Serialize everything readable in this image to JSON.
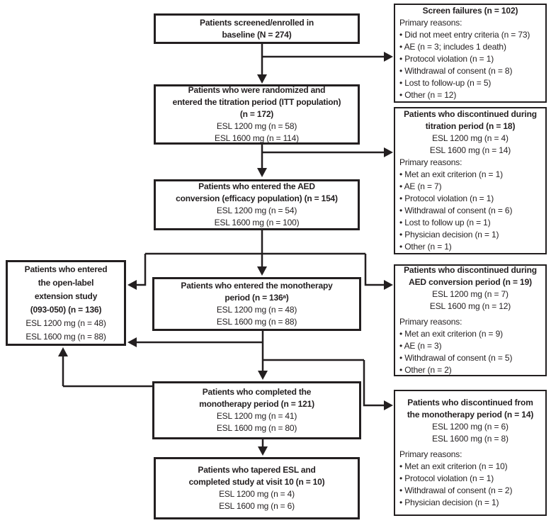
{
  "colors": {
    "line": "#231f20",
    "text": "#231f20",
    "background": "#ffffff"
  },
  "boxes": {
    "screened": {
      "lines": [
        {
          "text": "Patients screened/enrolled in",
          "cls": "b"
        },
        {
          "text": "baseline (N = 274)",
          "cls": "b"
        }
      ]
    },
    "randomized": {
      "lines": [
        {
          "text": "Patients who were randomized and",
          "cls": "b"
        },
        {
          "text": "entered the titration period (ITT population)",
          "cls": "b"
        },
        {
          "text": "(n = 172)",
          "cls": "b"
        },
        {
          "text": "ESL 1200 mg (n = 58)",
          "cls": ""
        },
        {
          "text": "ESL 1600 mg (n = 114)",
          "cls": ""
        }
      ]
    },
    "aed_conversion": {
      "lines": [
        {
          "text": "Patients who entered the AED",
          "cls": "b"
        },
        {
          "text": "conversion (efficacy population) (n = 154)",
          "cls": "b"
        },
        {
          "text": "ESL 1200 mg (n = 54)",
          "cls": ""
        },
        {
          "text": "ESL 1600 mg (n = 100)",
          "cls": ""
        }
      ]
    },
    "monotherapy_entered": {
      "lines": [
        {
          "text": "Patients who entered the monotherapy",
          "cls": "b"
        },
        {
          "text": "period (n = 136ᵃ)",
          "cls": "b"
        },
        {
          "text": "ESL 1200 mg (n = 48)",
          "cls": ""
        },
        {
          "text": "ESL 1600 mg (n = 88)",
          "cls": ""
        }
      ]
    },
    "monotherapy_completed": {
      "lines": [
        {
          "text": "Patients who completed the",
          "cls": "b"
        },
        {
          "text": "monotherapy period (n = 121)",
          "cls": "b"
        },
        {
          "text": "ESL 1200 mg (n = 41)",
          "cls": ""
        },
        {
          "text": "ESL 1600 mg (n = 80)",
          "cls": ""
        }
      ]
    },
    "tapered": {
      "lines": [
        {
          "text": "Patients who tapered ESL and",
          "cls": "b"
        },
        {
          "text": "completed study at visit 10 (n = 10)",
          "cls": "b"
        },
        {
          "text": "ESL 1200 mg (n = 4)",
          "cls": ""
        },
        {
          "text": "ESL 1600 mg (n = 6)",
          "cls": ""
        }
      ]
    },
    "open_label": {
      "lines": [
        {
          "text": "Patients who entered",
          "cls": "b"
        },
        {
          "text": "the open-label",
          "cls": "b"
        },
        {
          "text": "extension study",
          "cls": "b"
        },
        {
          "text": "(093-050) (n = 136)",
          "cls": "b"
        },
        {
          "text": "ESL 1200 mg (n = 48)",
          "cls": ""
        },
        {
          "text": "ESL 1600 mg (n = 88)",
          "cls": ""
        }
      ]
    },
    "screen_failures": {
      "lines": [
        {
          "text": "Screen failures (n = 102)",
          "cls": "b"
        },
        {
          "text": "Primary reasons:",
          "cls": "l"
        },
        {
          "text": "• Did not meet entry criteria (n = 73)",
          "cls": "l"
        },
        {
          "text": "• AE (n = 3; includes 1 death)",
          "cls": "l"
        },
        {
          "text": "• Protocol violation (n = 1)",
          "cls": "l"
        },
        {
          "text": "• Withdrawal of consent (n = 8)",
          "cls": "l"
        },
        {
          "text": "• Lost to follow-up (n = 5)",
          "cls": "l"
        },
        {
          "text": "• Other (n = 12)",
          "cls": "l"
        }
      ]
    },
    "disc_titration": {
      "lines": [
        {
          "text": "Patients who discontinued during",
          "cls": "b"
        },
        {
          "text": "titration period (n = 18)",
          "cls": "b"
        },
        {
          "text": "ESL 1200 mg (n = 4)",
          "cls": ""
        },
        {
          "text": "ESL 1600 mg (n = 14)",
          "cls": ""
        },
        {
          "text": "Primary reasons:",
          "cls": "l"
        },
        {
          "text": "• Met an exit criterion (n = 1)",
          "cls": "l"
        },
        {
          "text": "• AE (n = 7)",
          "cls": "l"
        },
        {
          "text": "• Protocol violation (n = 1)",
          "cls": "l"
        },
        {
          "text": "• Withdrawal of consent (n = 6)",
          "cls": "l"
        },
        {
          "text": "• Lost to follow up (n = 1)",
          "cls": "l"
        },
        {
          "text": "• Physician decision (n = 1)",
          "cls": "l"
        },
        {
          "text": "• Other (n = 1)",
          "cls": "l"
        }
      ]
    },
    "disc_aed": {
      "lines": [
        {
          "text": "Patients who discontinued during",
          "cls": "b"
        },
        {
          "text": "AED conversion period (n = 19)",
          "cls": "b"
        },
        {
          "text": "ESL 1200 mg (n = 7)",
          "cls": ""
        },
        {
          "text": "ESL 1600 mg (n = 12)",
          "cls": ""
        },
        {
          "text": "Primary reasons:",
          "cls": "l g"
        },
        {
          "text": "• Met an exit criterion (n = 9)",
          "cls": "l"
        },
        {
          "text": "• AE (n = 3)",
          "cls": "l"
        },
        {
          "text": "• Withdrawal of consent (n = 5)",
          "cls": "l"
        },
        {
          "text": "• Other (n = 2)",
          "cls": "l"
        }
      ]
    },
    "disc_monotherapy": {
      "lines": [
        {
          "text": "Patients who discontinued from",
          "cls": "b"
        },
        {
          "text": "the monotherapy period (n = 14)",
          "cls": "b"
        },
        {
          "text": "ESL 1200 mg (n = 6)",
          "cls": ""
        },
        {
          "text": "ESL 1600 mg (n = 8)",
          "cls": ""
        },
        {
          "text": "Primary reasons:",
          "cls": "l g"
        },
        {
          "text": "• Met an exit criterion (n = 10)",
          "cls": "l"
        },
        {
          "text": "• Protocol violation (n = 1)",
          "cls": "l"
        },
        {
          "text": "• Withdrawal of consent (n = 2)",
          "cls": "l"
        },
        {
          "text": "• Physician decision (n = 1)",
          "cls": "l"
        }
      ]
    }
  }
}
